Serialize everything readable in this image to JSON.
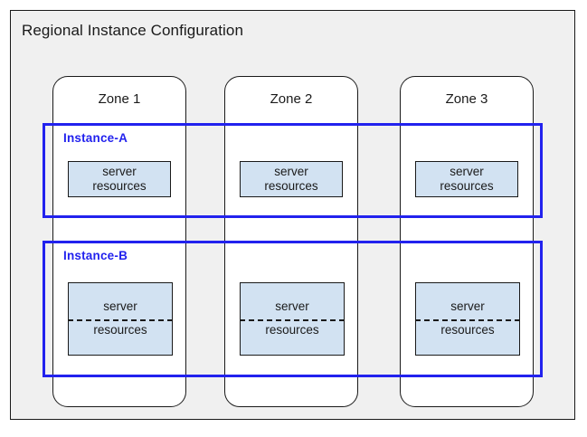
{
  "diagram": {
    "title": "Regional Instance Configuration",
    "background_color": "#f0f0f0",
    "border_color": "#1a1a1a",
    "accent_color": "#2222ee",
    "resource_fill_color": "#d2e2f2"
  },
  "zones": [
    {
      "label": "Zone 1"
    },
    {
      "label": "Zone 2"
    },
    {
      "label": "Zone 3"
    }
  ],
  "instances": [
    {
      "label": "Instance-A",
      "resources": [
        {
          "line1": "server",
          "line2": "resources"
        },
        {
          "line1": "server",
          "line2": "resources"
        },
        {
          "line1": "server",
          "line2": "resources"
        }
      ]
    },
    {
      "label": "Instance-B",
      "resources": [
        {
          "line1": "server",
          "line2": "resources"
        },
        {
          "line1": "server",
          "line2": "resources"
        },
        {
          "line1": "server",
          "line2": "resources"
        }
      ]
    }
  ]
}
